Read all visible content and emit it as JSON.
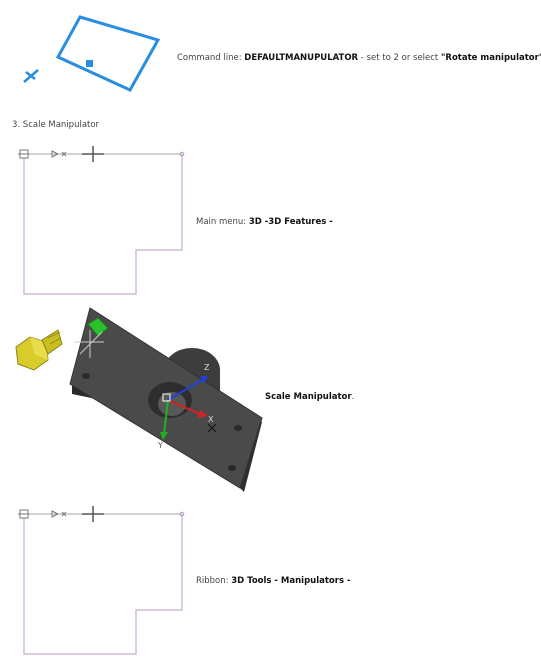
{
  "section1": {
    "caption_prefix": "Command line: ",
    "caption_bold1": "DEFAULTMANUPULATOR",
    "caption_mid": " - set to 2 or select ",
    "caption_bold2": "\"Rotate manipulator\"",
    "caption_suffix": "."
  },
  "section3": {
    "heading": "3. Scale Manipulator",
    "menu_caption_prefix": "Main menu: ",
    "menu_caption_bold": "3D -3D Features -",
    "tool_caption_bold": "Scale Manipulator",
    "tool_caption_suffix": ".",
    "ribbon_caption_prefix": "Ribbon: ",
    "ribbon_caption_bold": "3D Tools - Manipulators -"
  },
  "axis_labels": {
    "x": "X",
    "y": "Y",
    "z": "Z"
  },
  "colors": {
    "manipulator_blue": "#2a8ee0",
    "outline_purple": "#b79bc4",
    "part_dark": "#474747",
    "bolt_yellow": "#d8cc2a",
    "axis_red": "#d82020",
    "axis_green": "#20b020",
    "axis_blue": "#2040d8"
  }
}
